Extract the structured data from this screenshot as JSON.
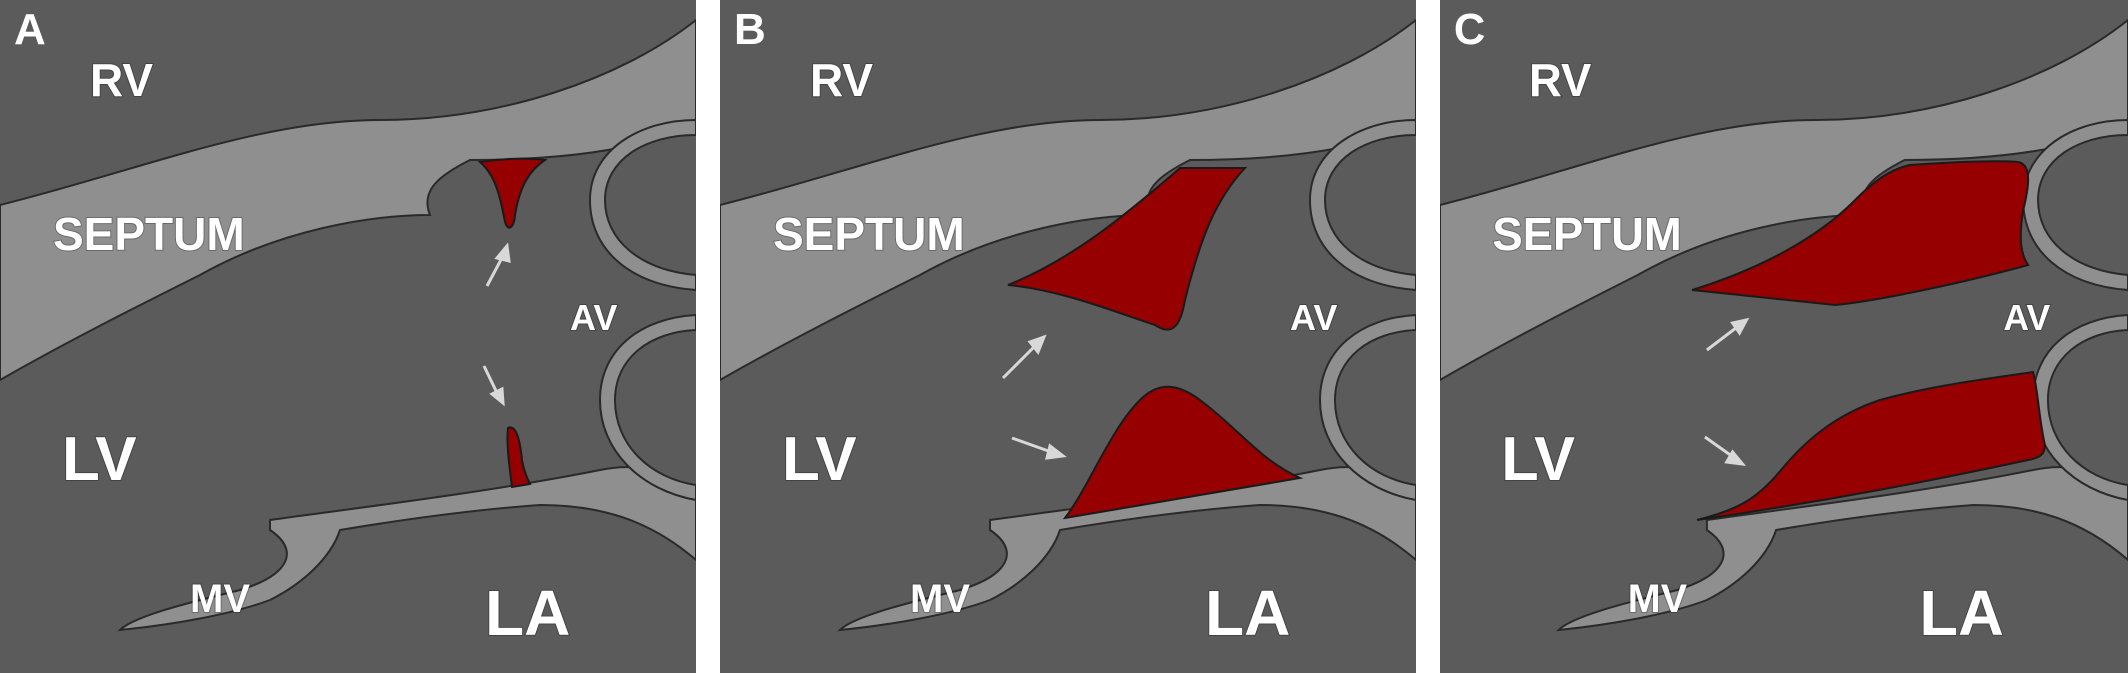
{
  "colors": {
    "background": "#5b5b5b",
    "tissue": "#8f8f8f",
    "tissue_edge": "#2a2a2a",
    "fill_red": "#960000",
    "label": "#ffffff",
    "gap": "#ffffff"
  },
  "panels": [
    {
      "letter": "A",
      "labels": {
        "rv": "RV",
        "septum": "SEPTUM",
        "lv": "LV",
        "av": "AV",
        "mv": "MV",
        "la": "LA"
      }
    },
    {
      "letter": "B",
      "labels": {
        "rv": "RV",
        "septum": "SEPTUM",
        "lv": "LV",
        "av": "AV",
        "mv": "MV",
        "la": "LA"
      }
    },
    {
      "letter": "C",
      "labels": {
        "rv": "RV",
        "septum": "SEPTUM",
        "lv": "LV",
        "av": "AV",
        "mv": "MV",
        "la": "LA"
      }
    }
  ]
}
